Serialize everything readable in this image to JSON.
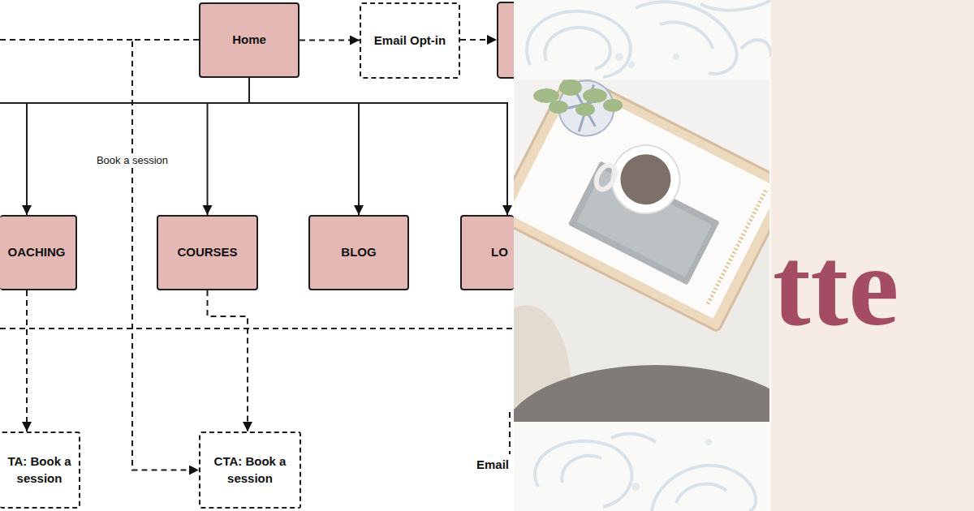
{
  "diagram": {
    "nodes": [
      {
        "text": [
          "Home"
        ]
      },
      {
        "text": [
          "Email Opt-in"
        ]
      },
      {
        "text": [
          "OACHING"
        ]
      },
      {
        "text": [
          "COURSES"
        ]
      },
      {
        "text": [
          "BLOG"
        ]
      },
      {
        "text": [
          "LO"
        ]
      },
      {
        "text": [
          "TA: Book a session"
        ]
      },
      {
        "text": [
          "CTA: Book a session"
        ]
      }
    ],
    "edges": [
      {
        "from": 0,
        "to": 1,
        "arrow": "to"
      },
      {
        "from": 0,
        "to": 2,
        "arrow": "to"
      },
      {
        "from": 0,
        "to": 3,
        "arrow": "to"
      },
      {
        "from": 0,
        "to": 4,
        "arrow": "to"
      },
      {
        "from": 0,
        "to": 5,
        "arrow": "to"
      },
      {
        "from": 0,
        "to": 7,
        "arrow": "to",
        "label": "Book a session"
      },
      {
        "from": 2,
        "to": 6,
        "arrow": "to"
      },
      {
        "from": 3,
        "to": 7,
        "arrow": "to"
      }
    ],
    "labels": [
      "Email",
      "tte"
    ]
  }
}
